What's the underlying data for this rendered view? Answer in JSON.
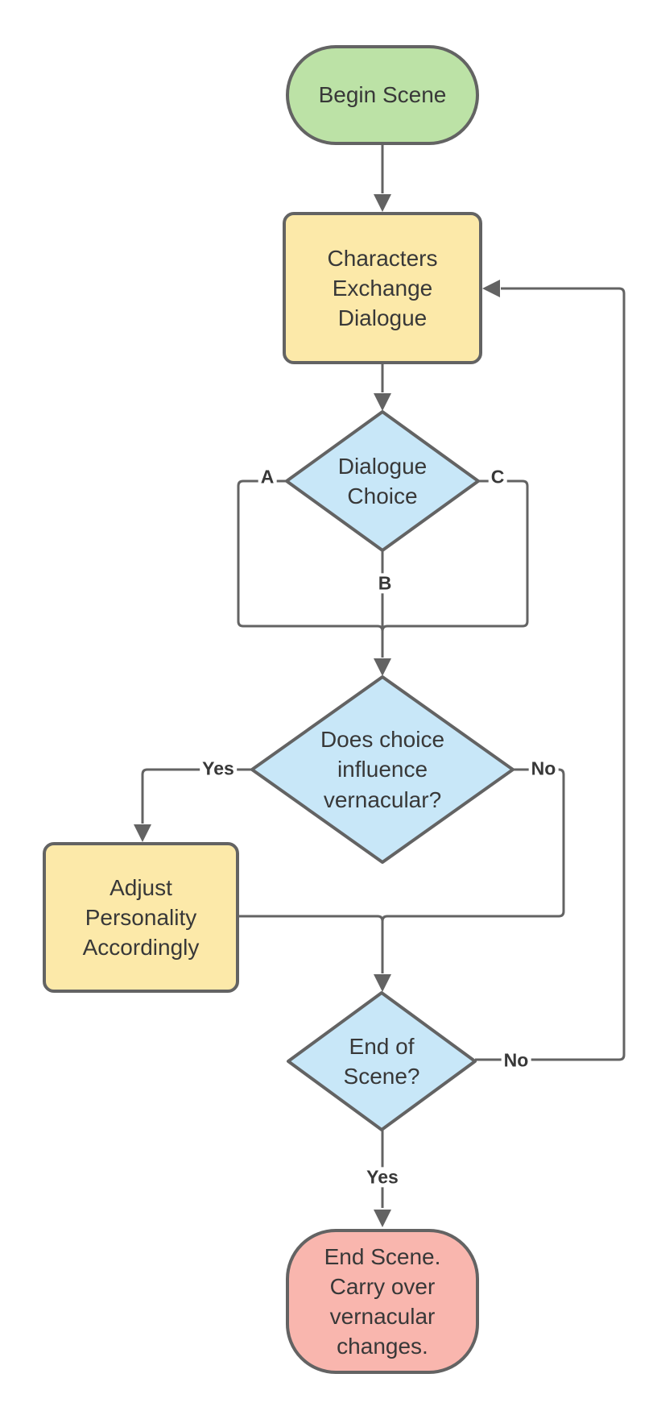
{
  "diagram": {
    "colors": {
      "start_fill": "#bce2a6",
      "process_fill": "#fce9a9",
      "decision_fill": "#c8e7f8",
      "end_fill": "#f9b6ae",
      "stroke": "#636363",
      "text": "#383838"
    },
    "nodes": {
      "begin": {
        "type": "start",
        "label": "Begin Scene"
      },
      "exchange": {
        "type": "process",
        "label": "Characters\nExchange\nDialogue"
      },
      "dialogue_choice": {
        "type": "decision",
        "label": "Dialogue\nChoice"
      },
      "influence": {
        "type": "decision",
        "label": "Does choice\ninfluence\nvernacular?"
      },
      "adjust": {
        "type": "process",
        "label": "Adjust\nPersonality\nAccordingly"
      },
      "end_of_scene": {
        "type": "decision",
        "label": "End of\nScene?"
      },
      "end": {
        "type": "end",
        "label": "End Scene.\nCarry over\nvernacular\nchanges."
      }
    },
    "edge_labels": {
      "choice_a": "A",
      "choice_b": "B",
      "choice_c": "C",
      "influence_yes": "Yes",
      "influence_no": "No",
      "end_of_scene_no": "No",
      "end_of_scene_yes": "Yes"
    }
  }
}
